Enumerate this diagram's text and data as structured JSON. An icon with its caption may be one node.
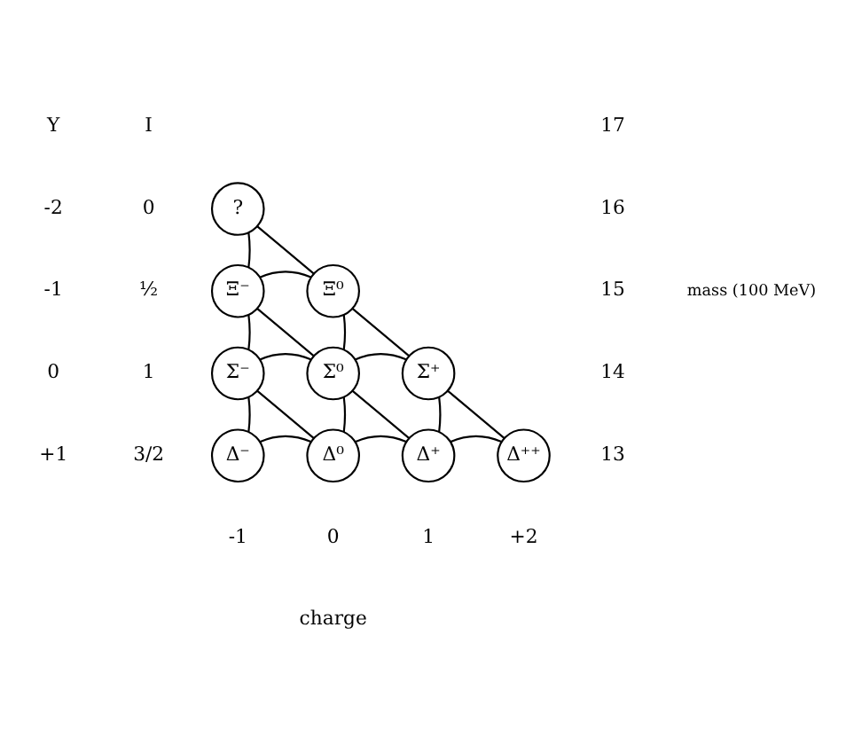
{
  "diagram": {
    "nodes": [
      {
        "text": [
          "?"
        ]
      },
      {
        "text": [
          "Ξ⁻"
        ]
      },
      {
        "text": [
          "Ξ⁰"
        ]
      },
      {
        "text": [
          "Σ⁻"
        ]
      },
      {
        "text": [
          "Σ⁰"
        ]
      },
      {
        "text": [
          "Σ⁺"
        ]
      },
      {
        "text": [
          "Δ⁻"
        ]
      },
      {
        "text": [
          "Δ⁰"
        ]
      },
      {
        "text": [
          "Δ⁺"
        ]
      },
      {
        "text": [
          "Δ⁺⁺"
        ]
      }
    ],
    "edges": [
      {
        "from": 0,
        "to": 1,
        "arrow": "none"
      },
      {
        "from": 0,
        "to": 2,
        "arrow": "none"
      },
      {
        "from": 1,
        "to": 2,
        "arrow": "none"
      },
      {
        "from": 1,
        "to": 3,
        "arrow": "none"
      },
      {
        "from": 1,
        "to": 4,
        "arrow": "none"
      },
      {
        "from": 2,
        "to": 4,
        "arrow": "none"
      },
      {
        "from": 2,
        "to": 5,
        "arrow": "none"
      },
      {
        "from": 3,
        "to": 4,
        "arrow": "none"
      },
      {
        "from": 4,
        "to": 5,
        "arrow": "none"
      },
      {
        "from": 3,
        "to": 6,
        "arrow": "none"
      },
      {
        "from": 3,
        "to": 7,
        "arrow": "none"
      },
      {
        "from": 4,
        "to": 7,
        "arrow": "none"
      },
      {
        "from": 4,
        "to": 8,
        "arrow": "none"
      },
      {
        "from": 5,
        "to": 8,
        "arrow": "none"
      },
      {
        "from": 5,
        "to": 9,
        "arrow": "none"
      },
      {
        "from": 6,
        "to": 7,
        "arrow": "none"
      },
      {
        "from": 7,
        "to": 8,
        "arrow": "none"
      },
      {
        "from": 8,
        "to": 9,
        "arrow": "none"
      }
    ],
    "labels": [
      "Y",
      "I",
      "-2",
      "0",
      "-1",
      "½",
      "0",
      "1",
      "+1",
      "3/2",
      "-1",
      "0",
      "1",
      "+2",
      "charge",
      "17",
      "16",
      "15",
      "14",
      "13",
      "mass (100 MeV)"
    ]
  }
}
